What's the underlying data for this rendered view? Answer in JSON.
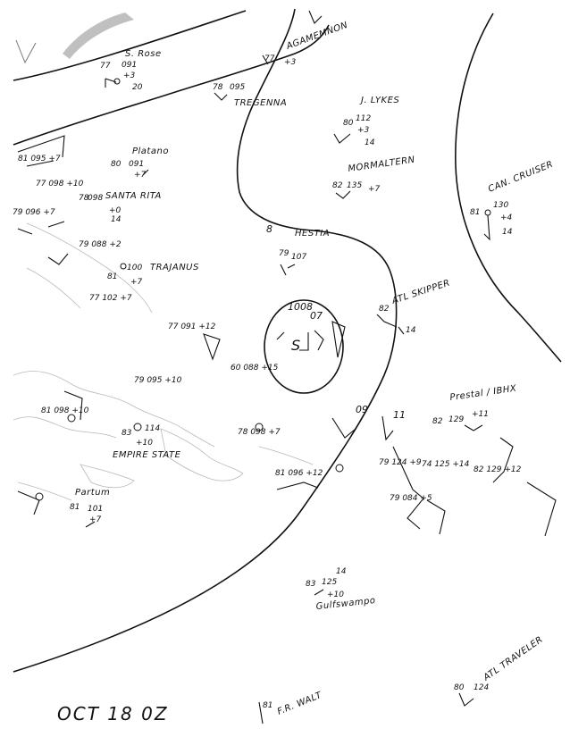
{
  "map": {
    "date_label": "OCT 18 0Z",
    "center_label": "S",
    "isobar_labels": [
      "1008",
      "07",
      "8",
      "09",
      "11"
    ],
    "colors": {
      "ink": "#111111",
      "coast": "#b9b9b9",
      "paper": "#ffffff"
    }
  },
  "stations": [
    {
      "id": "s-rose",
      "name": "S. Rose",
      "temp": "77",
      "pressure": "091",
      "tendency": "+3",
      "extra": "20"
    },
    {
      "id": "agamemnon",
      "name": "AGAMEMNON",
      "temp": "77",
      "pressure": "",
      "tendency": "+3",
      "extra": ""
    },
    {
      "id": "tregenna",
      "name": "TREGENNA",
      "temp": "78",
      "pressure": "095",
      "tendency": "",
      "extra": ""
    },
    {
      "id": "j-lykes",
      "name": "J. LYKES",
      "temp": "80",
      "pressure": "112",
      "tendency": "+3",
      "extra": "14"
    },
    {
      "id": "platano",
      "name": "Platano",
      "temp": "80",
      "pressure": "091",
      "tendency": "+7",
      "extra": ""
    },
    {
      "id": "mormaltern",
      "name": "MORMALTERN",
      "temp": "82",
      "pressure": "135",
      "tendency": "+7",
      "extra": ""
    },
    {
      "id": "can-cruiser",
      "name": "CAN. CRUISER",
      "temp": "81",
      "pressure": "130",
      "tendency": "+4",
      "extra": "14"
    },
    {
      "id": "santa-rita",
      "name": "SANTA RITA",
      "temp": "78",
      "pressure": "098",
      "tendency": "+0",
      "extra": "14"
    },
    {
      "id": "hestia",
      "name": "HESTIA",
      "temp": "79",
      "pressure": "107",
      "tendency": "",
      "extra": ""
    },
    {
      "id": "trajanus",
      "name": "TRAJANUS",
      "temp": "81",
      "pressure": "100",
      "tendency": "+7",
      "extra": ""
    },
    {
      "id": "atl-skipper",
      "name": "ATL SKIPPER",
      "temp": "82",
      "pressure": "",
      "tendency": "",
      "extra": "14"
    },
    {
      "id": "empire-state",
      "name": "EMPIRE STATE",
      "temp": "83",
      "pressure": "114",
      "tendency": "+10",
      "extra": ""
    },
    {
      "id": "prestal",
      "name": "Prestal / IBHX",
      "temp": "82",
      "pressure": "129",
      "tendency": "+11",
      "extra": ""
    },
    {
      "id": "partum",
      "name": "Partum",
      "temp": "81",
      "pressure": "101",
      "tendency": "+7",
      "extra": ""
    },
    {
      "id": "gulfswamp",
      "name": "Gulfswampo",
      "temp": "83",
      "pressure": "125",
      "tendency": "+10",
      "extra": "14"
    },
    {
      "id": "atl-traveler",
      "name": "ATL TRAVELER",
      "temp": "80",
      "pressure": "124",
      "tendency": "",
      "extra": ""
    },
    {
      "id": "f-r-walt",
      "name": "F.R. WALT",
      "temp": "81",
      "pressure": "",
      "tendency": "",
      "extra": ""
    }
  ],
  "observations": [
    "81 095 +7",
    "77 098 +10",
    "79 096 +7",
    "79 088 +2",
    "77 102 +7",
    "77 091 +12",
    "79 095 +10",
    "60 088 +15",
    "81 098 +10",
    "78 098 +7",
    "81 096 +12",
    "79 124 +9",
    "74 125 +14",
    "82 129 +12",
    "79 084 +5"
  ]
}
